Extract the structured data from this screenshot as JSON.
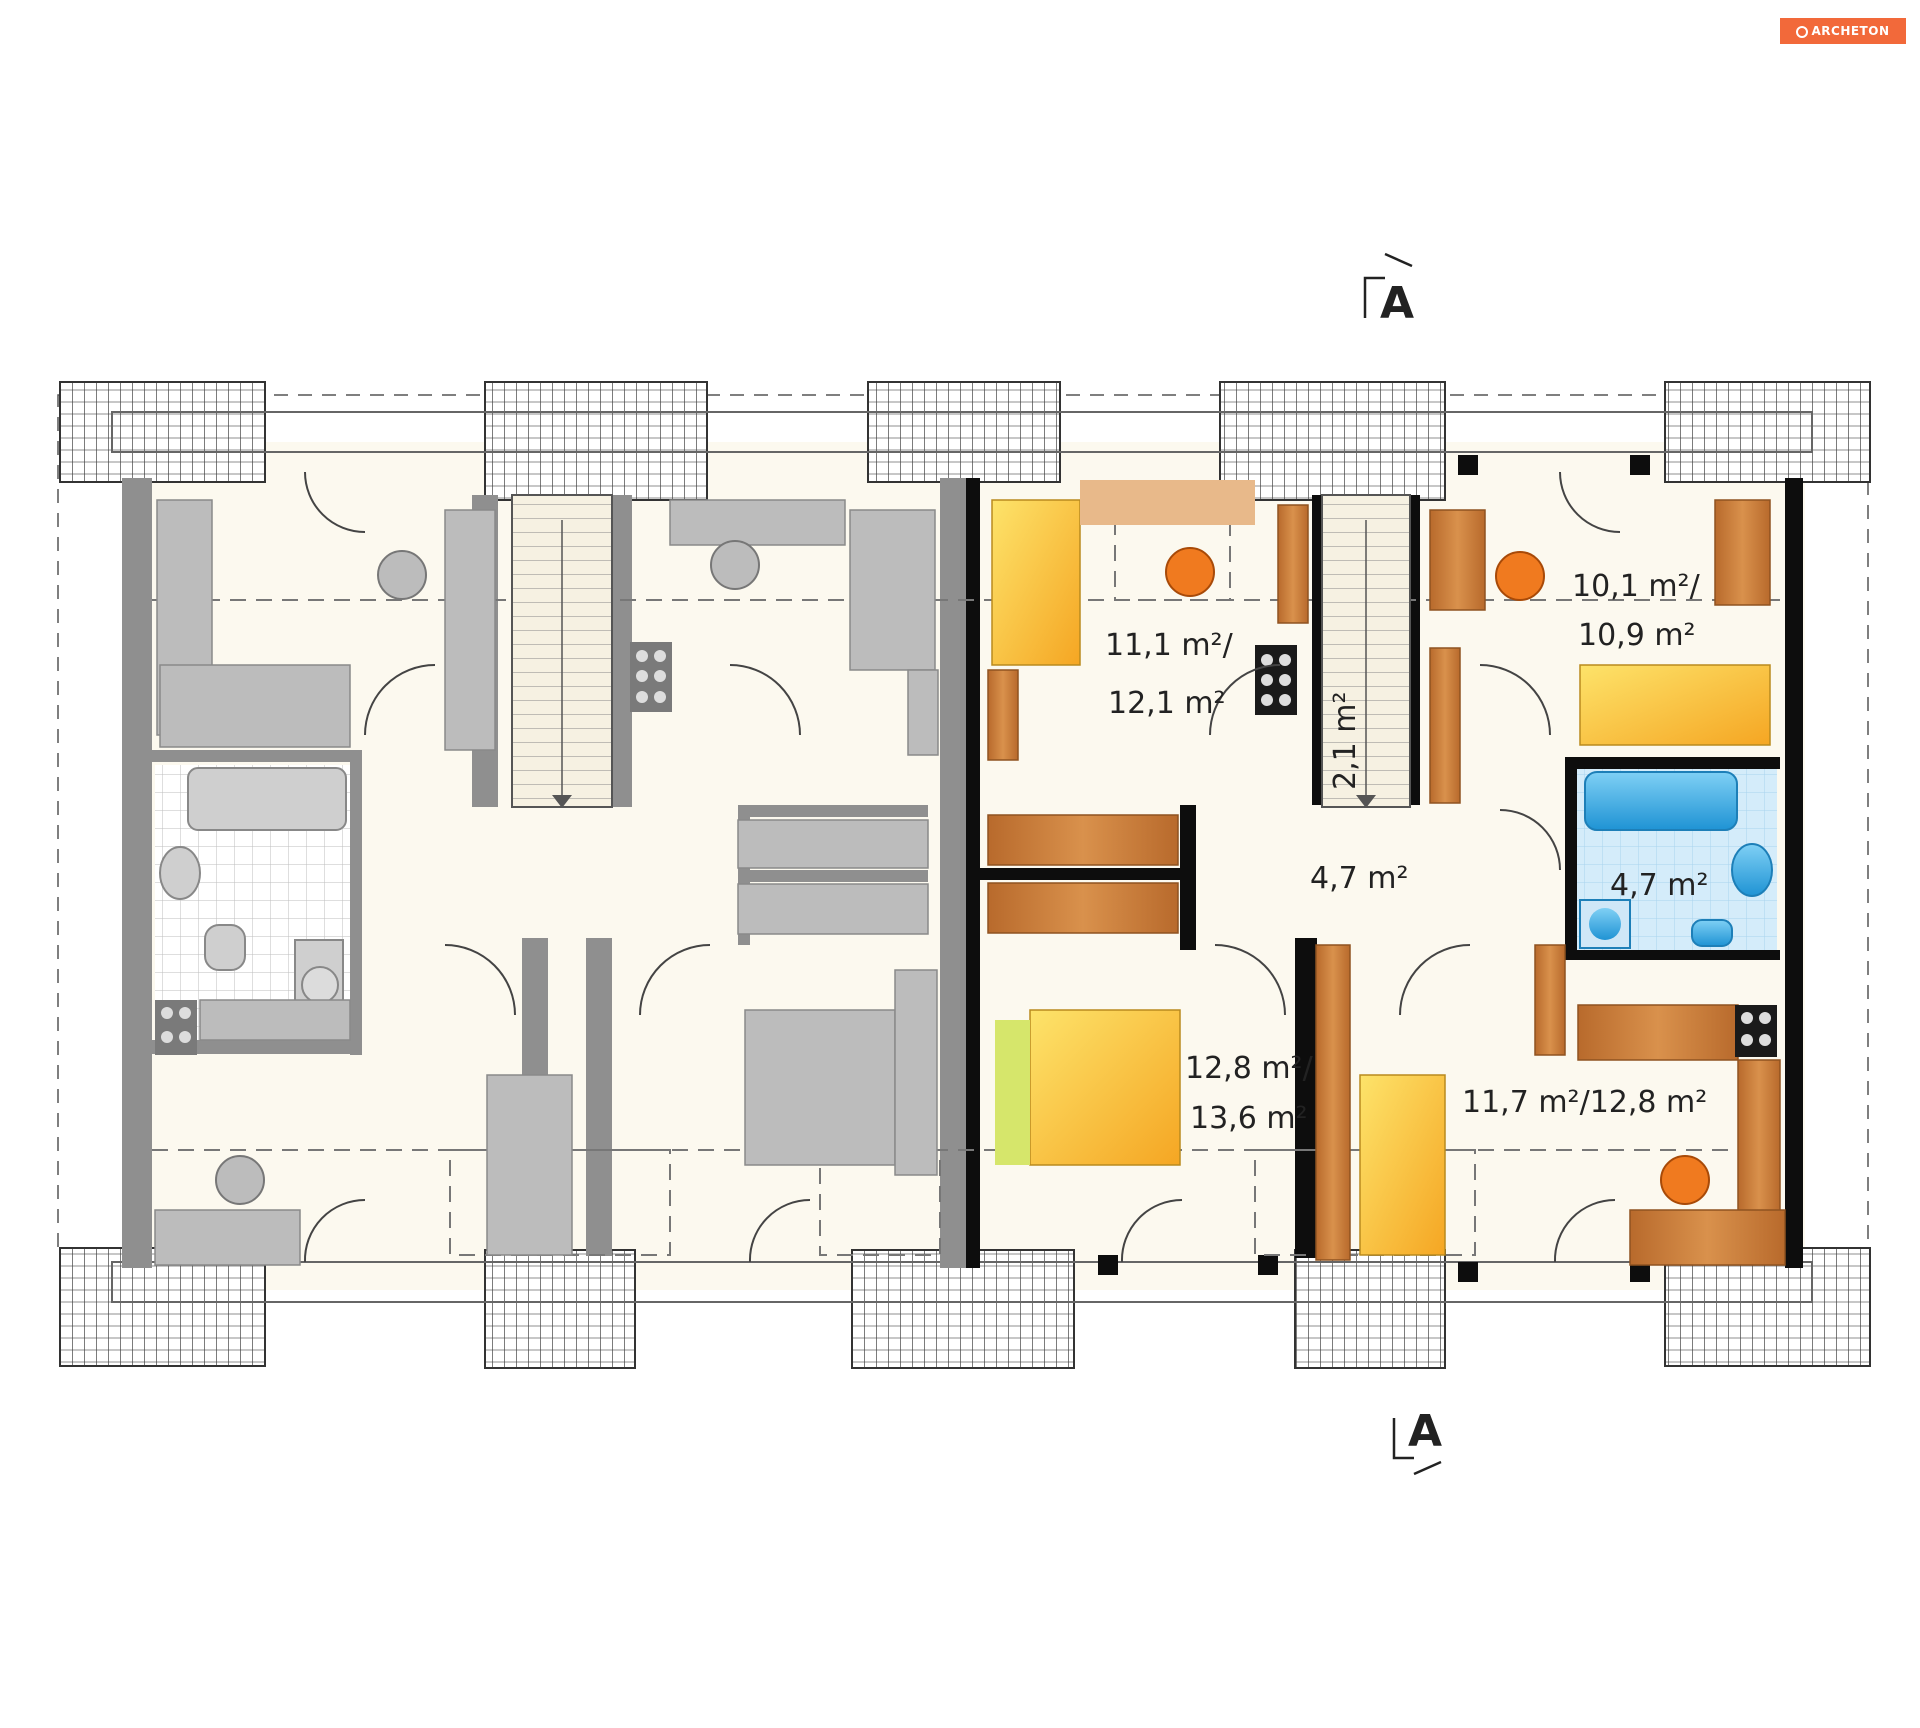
{
  "brand": {
    "logo_text": "ARCHETON"
  },
  "section_markers": {
    "top": "A",
    "bottom": "A"
  },
  "areas": {
    "room_top_center": "11,1 m²/",
    "room_top_center_b": "12,1 m²",
    "stair": "2,1 m²",
    "room_top_right": "10,1 m²/",
    "room_top_right_b": "10,9 m²",
    "hall": "4,7 m²",
    "bathroom": "4,7 m²",
    "room_bottom_center": "12,8 m²/",
    "room_bottom_center_b": "13,6 m²",
    "room_bottom_right": "11,7 m²/12,8 m²"
  },
  "colors": {
    "floor": "#fcf9ef",
    "wall_gray": "#8f8f8f",
    "wall_black": "#0d0d0d",
    "furniture_gray": "#bcbcbc",
    "wood": "#c47a35",
    "bed_yellow": "#fbc52e",
    "chair_orange": "#f07a1f",
    "tile_blue": "#cfe8f7",
    "fixture_blue": "#3aa7e0"
  }
}
